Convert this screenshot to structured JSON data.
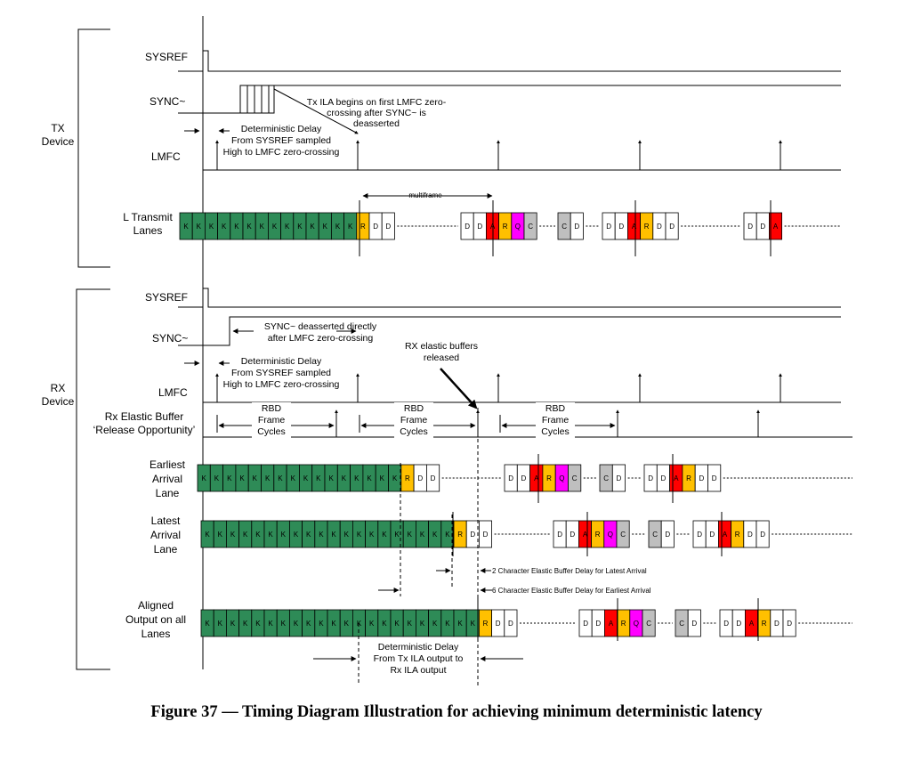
{
  "colors": {
    "K": "#2e8b57",
    "R": "#ffc000",
    "A": "#ff0000",
    "Q": "#ff00ff",
    "C": "#bfbfbf",
    "D": "#ffffff"
  },
  "labels": {
    "tx_device": [
      "TX",
      "Device"
    ],
    "rx_device": [
      "RX",
      "Device"
    ],
    "tx_sysref": "SYSREF",
    "tx_sync": "SYNC~",
    "tx_lmfc": "LMFC",
    "tx_lanes": [
      "L Transmit",
      "Lanes"
    ],
    "rx_sysref": "SYSREF",
    "rx_sync": "SYNC~",
    "rx_lmfc": "LMFC",
    "rx_elastic": [
      "Rx Elastic Buffer",
      "‘Release Opportunity’"
    ],
    "earliest": [
      "Earliest",
      "Arrival",
      "Lane"
    ],
    "latest": [
      "Latest",
      "Arrival",
      "Lane"
    ],
    "aligned": [
      "Aligned",
      "Output on all",
      "Lanes"
    ]
  },
  "annotations": {
    "tx_ila": [
      "Tx ILA begins on first LMFC zero-",
      "crossing after SYNC~ is",
      "deasserted"
    ],
    "tx_det_delay": [
      "Deterministic Delay",
      "From SYSREF sampled",
      "High to LMFC zero-crossing"
    ],
    "multiframe": "multiframe",
    "rx_sync_deasserted": [
      "SYNC~ deasserted directly",
      "after LMFC zero-crossing"
    ],
    "rx_elastic_released": [
      "RX elastic buffers",
      "released"
    ],
    "rx_det_delay": [
      "Deterministic Delay",
      "From SYSREF sampled",
      "High to LMFC zero-crossing"
    ],
    "rbd": [
      "RBD",
      "Frame",
      "Cycles"
    ],
    "buf_delay_latest": "2 Character Elastic Buffer Delay for Latest Arrival",
    "buf_delay_earliest": "6 Character Elastic Buffer Delay for Earliest Arrival",
    "out_det_delay": [
      "Deterministic Delay",
      "From Tx ILA output to",
      "Rx ILA output"
    ]
  },
  "caption": "Figure 37 — Timing Diagram Illustration for achieving minimum deterministic latency"
}
